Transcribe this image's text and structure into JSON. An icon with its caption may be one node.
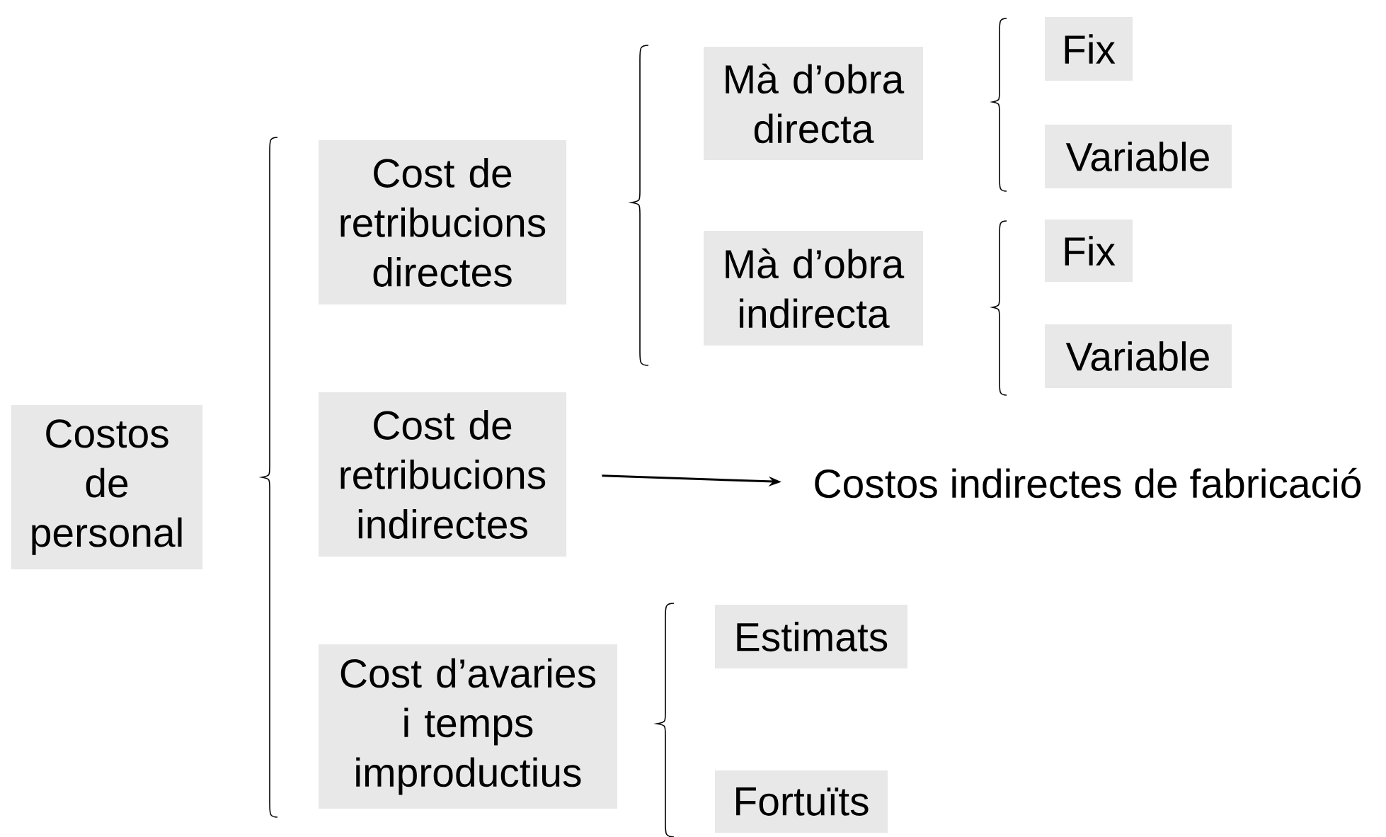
{
  "diagram": {
    "nodes": [
      {
        "text": [
          "Costos de personal"
        ]
      },
      {
        "text": [
          "Cost de retribucions directes"
        ]
      },
      {
        "text": [
          "Mà d’obra directa"
        ]
      },
      {
        "text": [
          "Fix"
        ]
      },
      {
        "text": [
          "Variable"
        ]
      },
      {
        "text": [
          "Mà d’obra indirecta"
        ]
      },
      {
        "text": [
          "Fix"
        ]
      },
      {
        "text": [
          "Variable"
        ]
      },
      {
        "text": [
          "Cost de retribucions indirectes"
        ]
      },
      {
        "text": [
          "Costos indirectes de fabricació"
        ]
      },
      {
        "text": [
          "Cost d’avaries i temps improductius"
        ]
      },
      {
        "text": [
          "Estimats"
        ]
      },
      {
        "text": [
          "Fortuïts"
        ]
      }
    ],
    "edges": [
      {
        "from": 8,
        "to": 9,
        "arrow": "to"
      }
    ]
  }
}
